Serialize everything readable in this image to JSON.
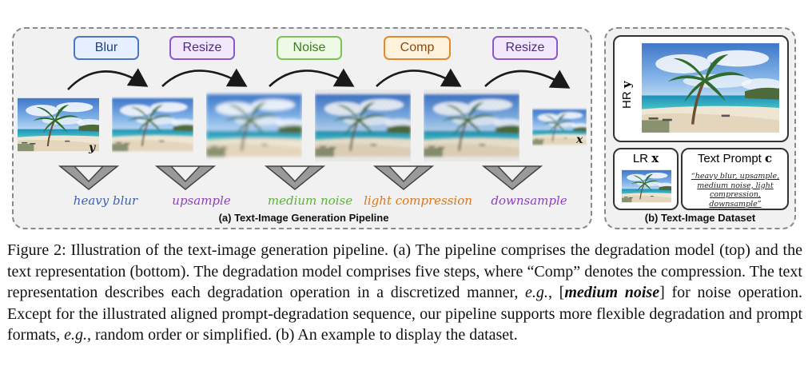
{
  "pipeline": {
    "steps": [
      {
        "label": "Blur",
        "border": "#4a78c2",
        "bg": "#e6efff",
        "color": "#1f3f80"
      },
      {
        "label": "Resize",
        "border": "#8a5bc6",
        "bg": "#f1e8fb",
        "color": "#4e2a80"
      },
      {
        "label": "Noise",
        "border": "#7cc258",
        "bg": "#eef9e6",
        "color": "#3b7a22"
      },
      {
        "label": "Comp",
        "border": "#e08a2e",
        "bg": "#fff1dc",
        "color": "#8a4a10"
      },
      {
        "label": "Resize",
        "border": "#8a5bc6",
        "bg": "#f1e8fb",
        "color": "#4e2a80"
      }
    ],
    "descriptions": [
      {
        "text": "heavy blur",
        "color": "#3e62b0"
      },
      {
        "text": "upsample",
        "color": "#8e3fbf"
      },
      {
        "text": "medium noise",
        "color": "#5fb03c"
      },
      {
        "text": "light compression",
        "color": "#d9771e"
      },
      {
        "text": "downsample",
        "color": "#8e3fbf"
      }
    ],
    "hr_var": "y",
    "lr_var": "x",
    "caption": "(a) Text-Image Generation Pipeline"
  },
  "dataset": {
    "hr_prefix": "HR ",
    "hr_var": "y",
    "lr_prefix": "LR ",
    "lr_var": "x",
    "prompt_prefix": "Text Prompt ",
    "prompt_var": "c",
    "prompt_lines": [
      "“heavy blur, upsample,",
      "medium noise, light",
      "compression, downsample”"
    ],
    "caption": "(b) Text-Image Dataset"
  },
  "figure_caption": {
    "prefix": "Figure 2: Illustration of the text-image generation pipeline. (a) The pipeline comprises the degradation model (top) and the text representation (bottom). The degradation model comprises five steps, where “Comp” denotes the compression. The text representation describes each degradation operation in a discretized manner, ",
    "eg1": "e.g.",
    "mid1": ", [",
    "bracket_term": "medium noise",
    "mid2": "] for noise operation. Except for the illustrated aligned prompt-degradation sequence, our pipeline supports more flexible degradation and prompt formats, ",
    "eg2": "e.g.",
    "suffix": ", random order or simplified. (b) An example to display the dataset."
  }
}
